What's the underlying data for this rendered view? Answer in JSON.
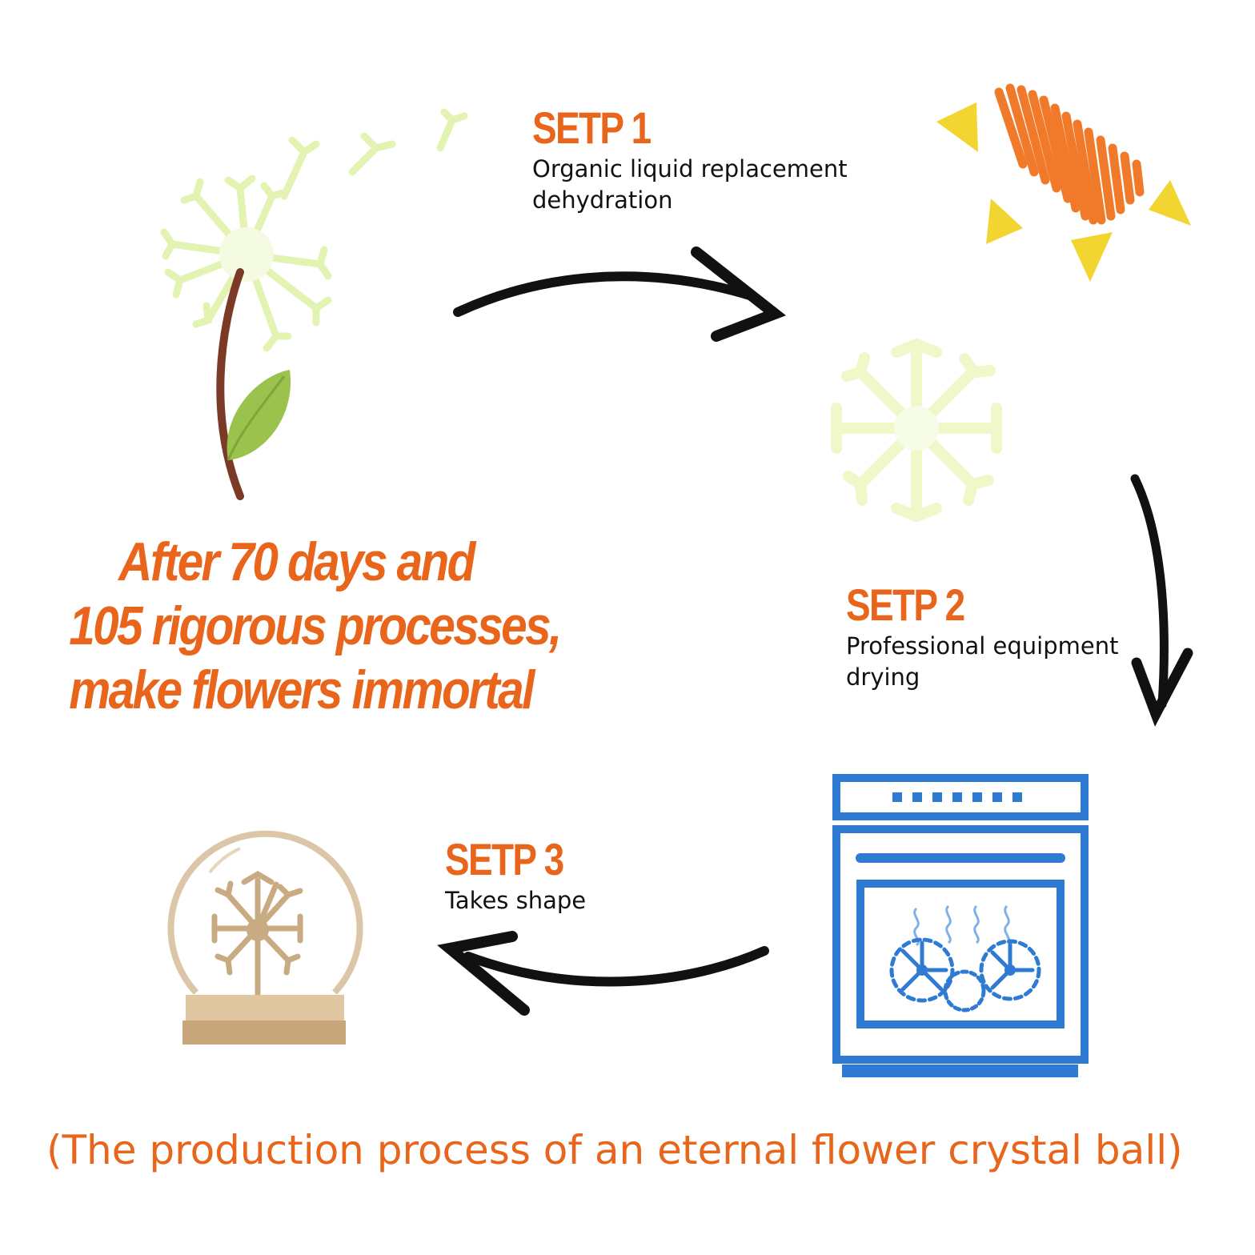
{
  "steps": [
    {
      "title": "SETP 1",
      "desc_lines": [
        "Organic liquid replacement",
        "dehydration"
      ]
    },
    {
      "title": "SETP 2",
      "desc_lines": [
        "Professional equipment",
        "drying"
      ]
    },
    {
      "title": "SETP 3",
      "desc_lines": [
        "Takes shape"
      ]
    }
  ],
  "headline_lines": [
    "After 70 days and",
    "105 rigorous processes,",
    "make flowers immortal"
  ],
  "caption": "(The production process of an eternal flower crystal ball)",
  "icons": {
    "dandelion": "dandelion-icon",
    "sun": "sun-icon",
    "dried_flower": "dried-flower-icon",
    "oven": "oven-icon",
    "crystal_ball": "crystal-ball-icon",
    "arrow": "arrow-icon"
  },
  "colors": {
    "accent": "#e8651b",
    "text": "#111111",
    "oven_blue": "#2f7bd3",
    "seed_green": "#e9f7c0",
    "sun_orange": "#f07a2a",
    "sun_yellow": "#f2d531",
    "ball_tan": "#c9ab83"
  }
}
